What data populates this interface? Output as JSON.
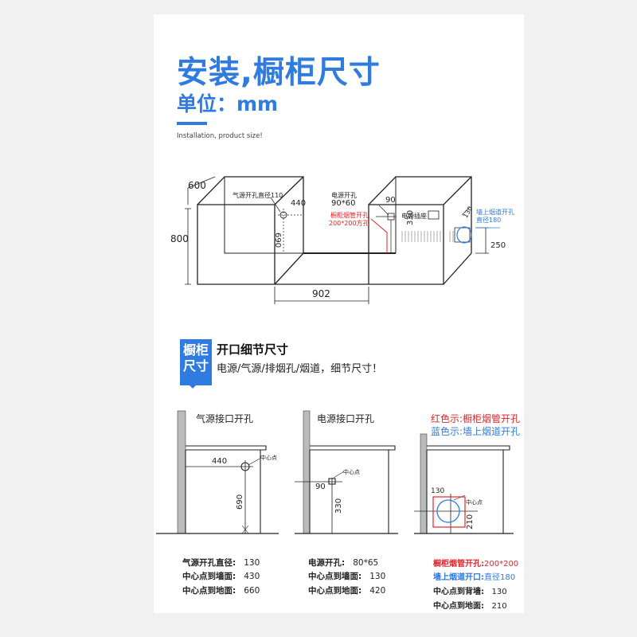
{
  "header": {
    "title": "安装,橱柜尺寸",
    "unit": "单位：mm",
    "subtitle": "Installation, product size!"
  },
  "top_diagram": {
    "dim_width": "600",
    "dim_height": "800",
    "gas_hole_label": "气源开孔直径110",
    "dim_440": "440",
    "dim_690": "690",
    "power_hole_label": "电源开孔",
    "power_hole_size": "90*60",
    "dim_90": "90",
    "cabinet_pipe_label": "橱柜烟管开孔",
    "cabinet_pipe_size": "200*200方孔",
    "socket_label": "电源插座",
    "dim_330": "330",
    "wall_flue_label": "墙上烟道开孔",
    "wall_flue_size": "直径180",
    "dim_130": "130",
    "dim_250": "250",
    "dim_902": "902"
  },
  "section": {
    "badge_line1": "橱柜",
    "badge_line2": "尺寸",
    "title": "开口细节尺寸",
    "subtitle": "电源/气源/排烟孔/烟道，细节尺寸！"
  },
  "panels": [
    {
      "title": "气源接口开孔",
      "center_label": "中心点",
      "dim_h": "440",
      "dim_v": "690",
      "specs": [
        {
          "label": "气源开孔直径:",
          "value": "130"
        },
        {
          "label": "中心点到墙面:",
          "value": "430"
        },
        {
          "label": "中心点到地面:",
          "value": "660"
        }
      ]
    },
    {
      "title": "电源接口开孔",
      "center_label": "中心点",
      "dim_h": "90",
      "dim_v": "330",
      "specs": [
        {
          "label": "电源开孔:",
          "value": "80*65"
        },
        {
          "label": "中心点到墙面:",
          "value": "130"
        },
        {
          "label": "中心点到地面:",
          "value": "420"
        }
      ]
    },
    {
      "title_red": "红色示:橱柜烟管开孔",
      "title_blue": "蓝色示:墙上烟道开孔",
      "center_label": "中心点",
      "dim_h": "130",
      "dim_v": "210",
      "specs": [
        {
          "label": "橱柜烟管开孔:",
          "value": "200*200",
          "color": "red"
        },
        {
          "label": "墙上烟道开口:",
          "value": "直径180",
          "color": "blue"
        },
        {
          "label": "中心点到背墙:",
          "value": "130"
        },
        {
          "label": "中心点到地面:",
          "value": "210"
        }
      ]
    }
  ],
  "colors": {
    "accent": "#2f7be0",
    "red": "#e0242b",
    "line": "#222222"
  }
}
